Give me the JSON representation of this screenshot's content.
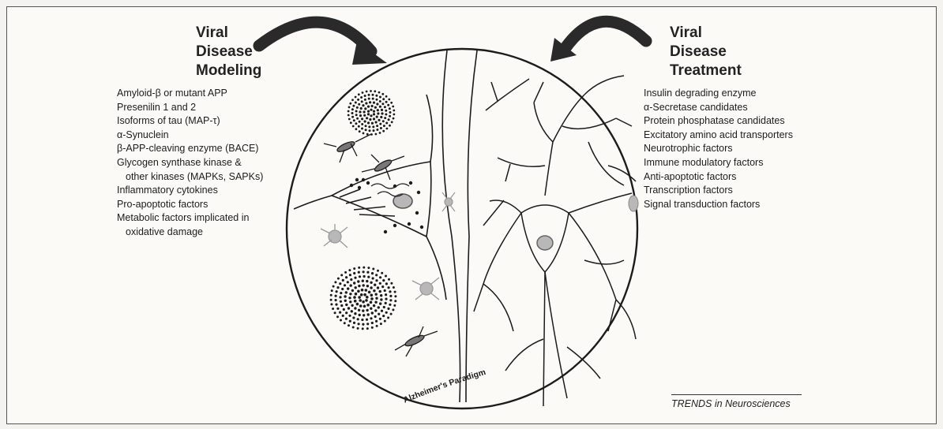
{
  "left_panel": {
    "heading": [
      "Viral",
      "Disease",
      "Modeling"
    ],
    "items": [
      {
        "text": "Amyloid-β or mutant APP",
        "indent": false
      },
      {
        "text": "Presenilin 1 and 2",
        "indent": false
      },
      {
        "text": "Isoforms of tau (MAP-τ)",
        "indent": false
      },
      {
        "text": "α-Synuclein",
        "indent": false
      },
      {
        "text": "β-APP-cleaving enzyme (BACE)",
        "indent": false
      },
      {
        "text": "Glycogen synthase kinase &",
        "indent": false
      },
      {
        "text": "other kinases (MAPKs, SAPKs)",
        "indent": true
      },
      {
        "text": "Inflammatory cytokines",
        "indent": false
      },
      {
        "text": "Pro-apoptotic factors",
        "indent": false
      },
      {
        "text": "Metabolic factors implicated in",
        "indent": false
      },
      {
        "text": "oxidative damage",
        "indent": true
      }
    ]
  },
  "right_panel": {
    "heading": [
      "Viral",
      "Disease",
      "Treatment"
    ],
    "items": [
      {
        "text": "Insulin degrading enzyme",
        "indent": false
      },
      {
        "text": "α-Secretase candidates",
        "indent": false
      },
      {
        "text": "Protein phosphatase candidates",
        "indent": false
      },
      {
        "text": "Excitatory amino acid transporters",
        "indent": false
      },
      {
        "text": "Neurotrophic factors",
        "indent": false
      },
      {
        "text": "Immune modulatory factors",
        "indent": false
      },
      {
        "text": "Anti-apoptotic factors",
        "indent": false
      },
      {
        "text": "Transcription factors",
        "indent": false
      },
      {
        "text": "Signal transduction factors",
        "indent": false
      }
    ]
  },
  "circle_label": "Alzheimer's Paradigm",
  "credit": "TRENDS in Neurosciences",
  "colors": {
    "ink": "#1c1c1c",
    "arrow": "#2a2a2a",
    "glia": "#9a9a9a",
    "nucleus": "#b8b8b8"
  }
}
